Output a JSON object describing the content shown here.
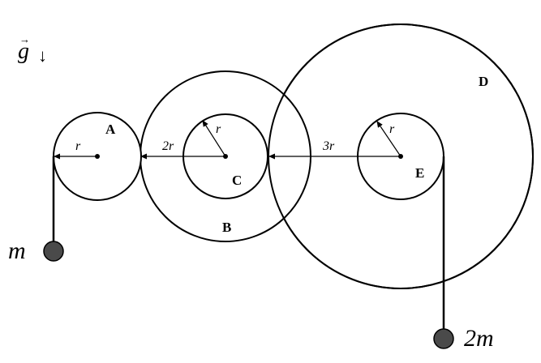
{
  "gravity": {
    "symbol": "g",
    "vector_arrow": "→",
    "direction_arrow": "↓"
  },
  "labels": {
    "A": "A",
    "B": "B",
    "C": "C",
    "D": "D",
    "E": "E"
  },
  "dimensions": {
    "radius_A": "r",
    "radius_B": "2r",
    "radius_C": "r",
    "radius_D": "3r",
    "radius_E": "r"
  },
  "masses": {
    "left": "m",
    "right": "2m"
  },
  "colors": {
    "line": "#000000",
    "mass_fill": "#4a4a4a"
  }
}
